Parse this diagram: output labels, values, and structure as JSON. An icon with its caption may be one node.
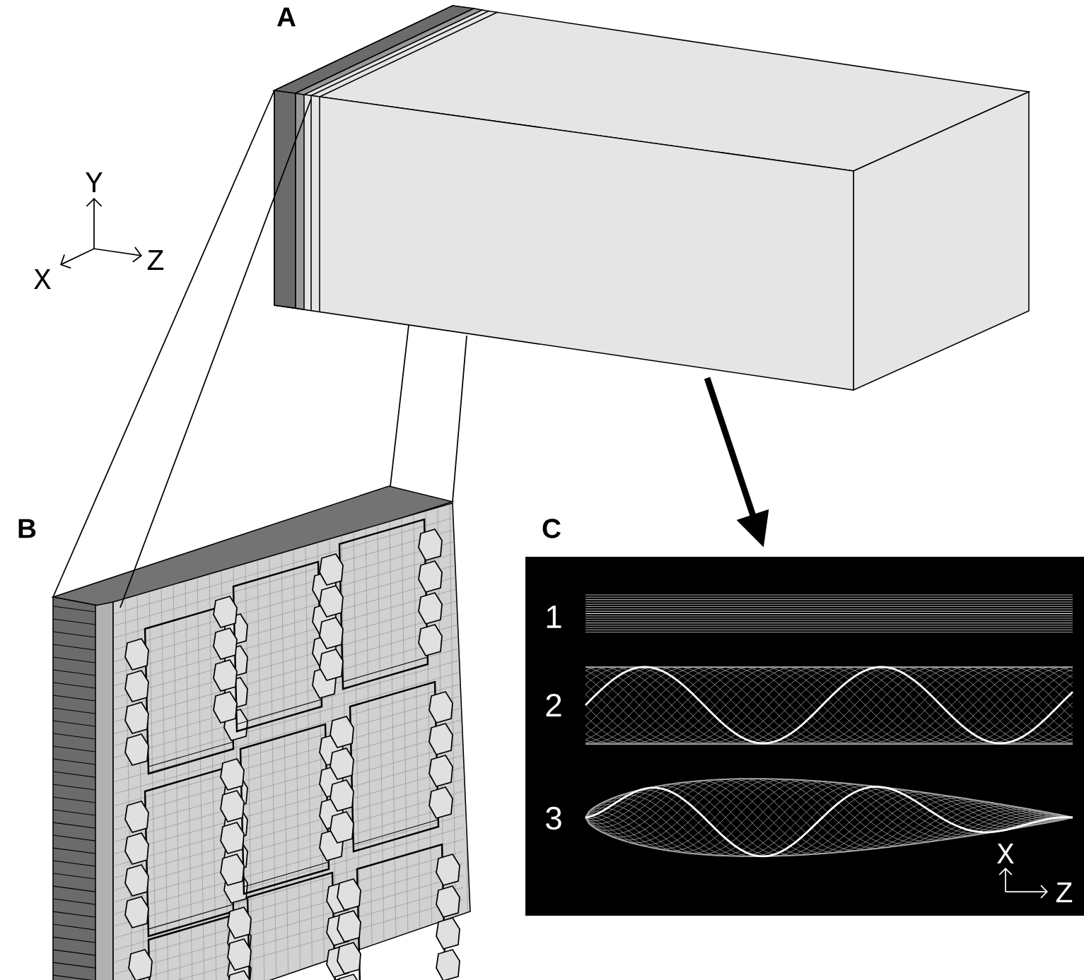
{
  "diagram": {
    "nodes": [
      {
        "text": [
          "A"
        ]
      },
      {
        "text": [
          "B"
        ]
      },
      {
        "text": [
          "C"
        ]
      }
    ],
    "edges": [
      {
        "from": 0,
        "to": 1,
        "arrow": "none"
      },
      {
        "from": 0,
        "to": 1,
        "arrow": "none"
      },
      {
        "from": 0,
        "to": 1,
        "arrow": "none"
      },
      {
        "from": 0,
        "to": 1,
        "arrow": "none"
      },
      {
        "from": 0,
        "to": 2,
        "arrow": "to",
        "style": "thick"
      }
    ],
    "labels": [
      "Y",
      "Z",
      "X",
      "1",
      "2",
      "3",
      "X",
      "Z"
    ]
  }
}
